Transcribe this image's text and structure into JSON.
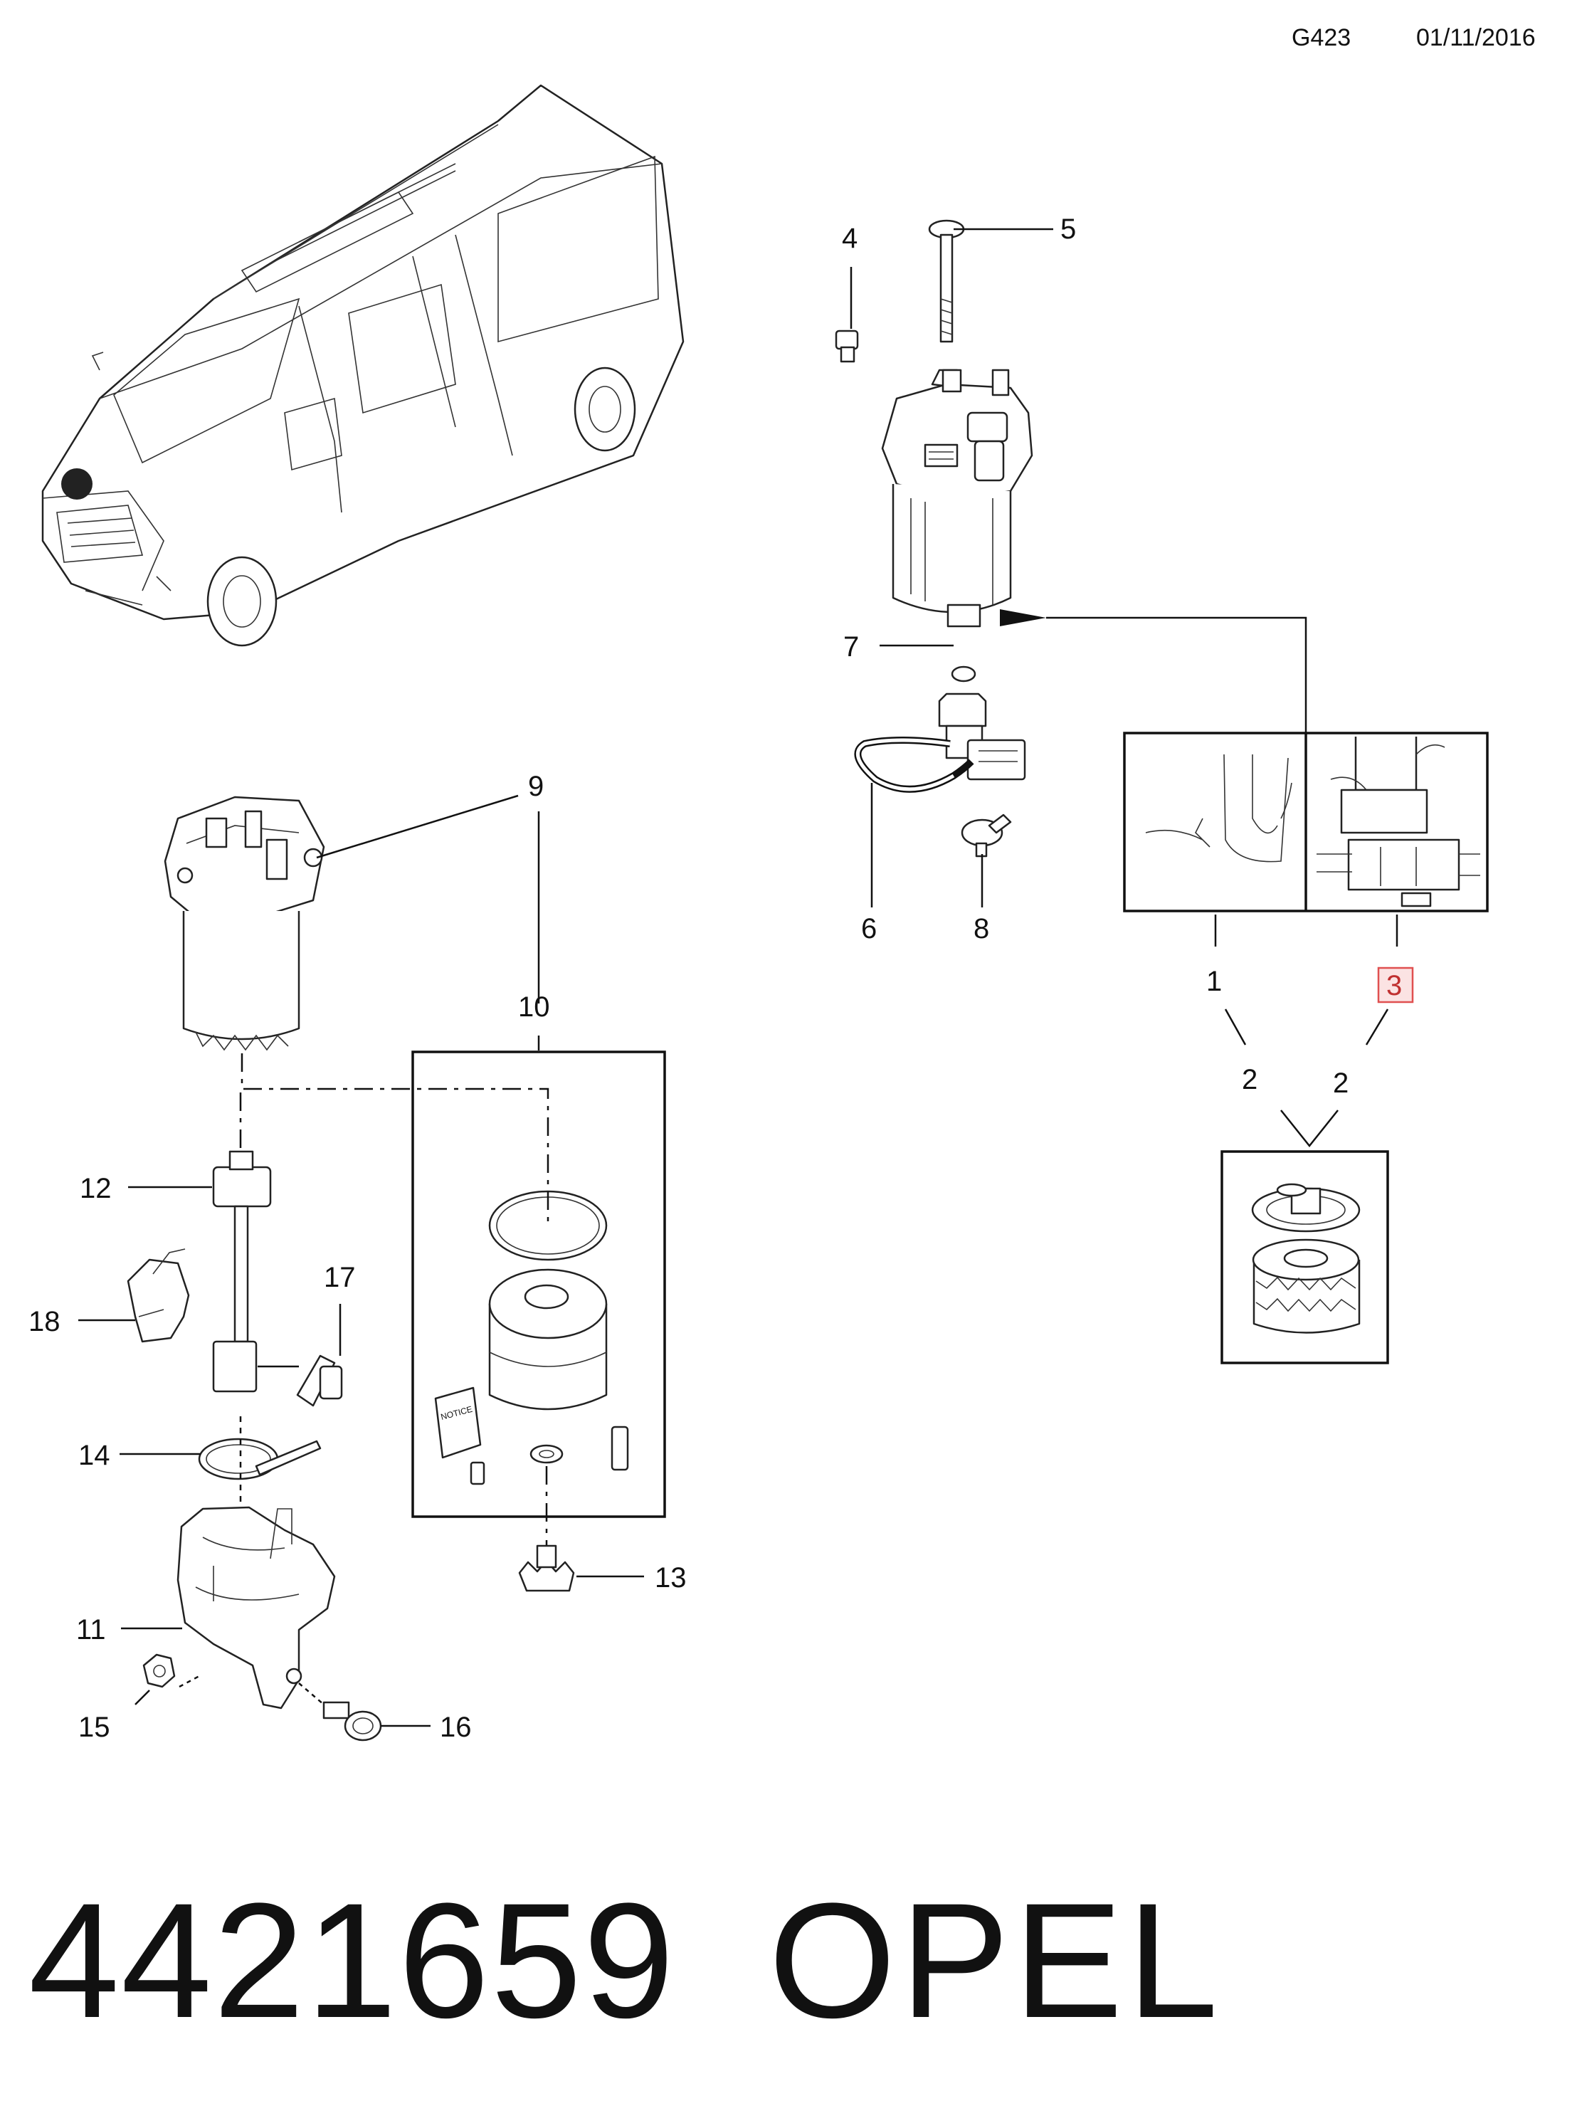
{
  "header": {
    "code": "G423",
    "date": "01/11/2016"
  },
  "labels": {
    "l1": "1",
    "l2a": "2",
    "l2b": "2",
    "l3": "3",
    "l4": "4",
    "l5": "5",
    "l6": "6",
    "l7": "7",
    "l8": "8",
    "l9": "9",
    "l10": "10",
    "l11": "11",
    "l12": "12",
    "l13": "13",
    "l14": "14",
    "l15": "15",
    "l16": "16",
    "l17": "17",
    "l18": "18"
  },
  "highlight_color": "#e05050",
  "notice_text": "NOTICE",
  "footer": {
    "part_number": "4421659",
    "brand": "OPEL"
  }
}
